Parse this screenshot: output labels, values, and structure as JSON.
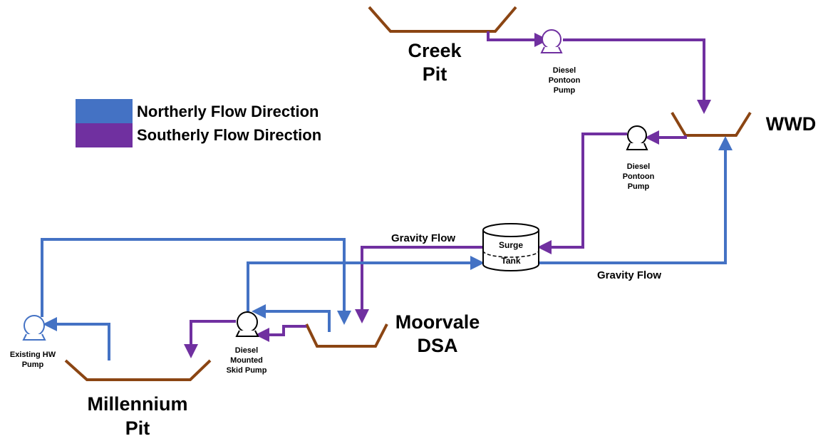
{
  "legend": {
    "northerly_label": "Northerly Flow Direction",
    "southerly_label": "Southerly Flow Direction",
    "northerly_color": "#4472C4",
    "southerly_color": "#7030A0"
  },
  "colors": {
    "pit_outline": "#8B4513",
    "northerly_flow": "#4472C4",
    "southerly_flow": "#7030A0"
  },
  "locations": {
    "creek_pit": [
      "Creek",
      "Pit"
    ],
    "wwd": "WWD",
    "moorvale_dsa": [
      "Moorvale",
      "DSA"
    ],
    "millennium_pit": [
      "Millennium",
      "Pit"
    ]
  },
  "pumps": {
    "creek_diesel_pontoon": [
      "Diesel",
      "Pontoon",
      "Pump"
    ],
    "wwd_diesel_pontoon": [
      "Diesel",
      "Pontoon",
      "Pump"
    ],
    "diesel_mounted_skid": [
      "Diesel",
      "Mounted",
      "Skid Pump"
    ],
    "existing_hw": [
      "Existing HW",
      "Pump"
    ]
  },
  "tank": {
    "label": [
      "Surge",
      "Tank"
    ]
  },
  "flow_labels": {
    "gravity_flow_left": "Gravity Flow",
    "gravity_flow_right": "Gravity Flow"
  }
}
